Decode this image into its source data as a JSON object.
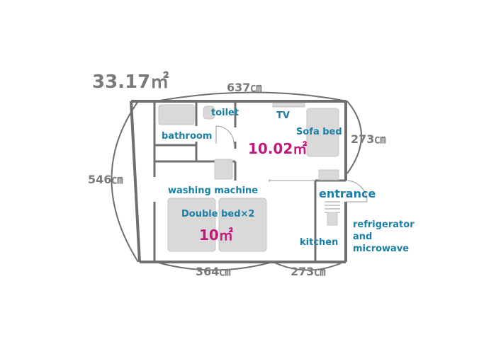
{
  "total_area": "33.17㎡",
  "dimensions": {
    "top": "637㎝",
    "left": "546㎝",
    "right": "273㎝",
    "bottom_left": "364㎝",
    "bottom_right": "273㎝"
  },
  "rooms": {
    "toilet": "toilet",
    "bathroom": "bathroom",
    "tv": "TV",
    "sofa_bed": "Sofa bed",
    "living_area": "10.02㎡",
    "washing_machine": "washing machine",
    "double_bed": "Double bed×2",
    "bedroom_area": "10㎡",
    "entrance": "entrance",
    "refrigerator": "refrigerator",
    "refrigerator_and": "and",
    "microwave": "microwave",
    "kitchen": "kitchen"
  },
  "colors": {
    "wall": "#6f6f6f",
    "furniture": "#d9d9d9",
    "label_teal": "#1a7fa6",
    "label_magenta": "#c2187a",
    "dimension_gray": "#7a7a7a"
  }
}
